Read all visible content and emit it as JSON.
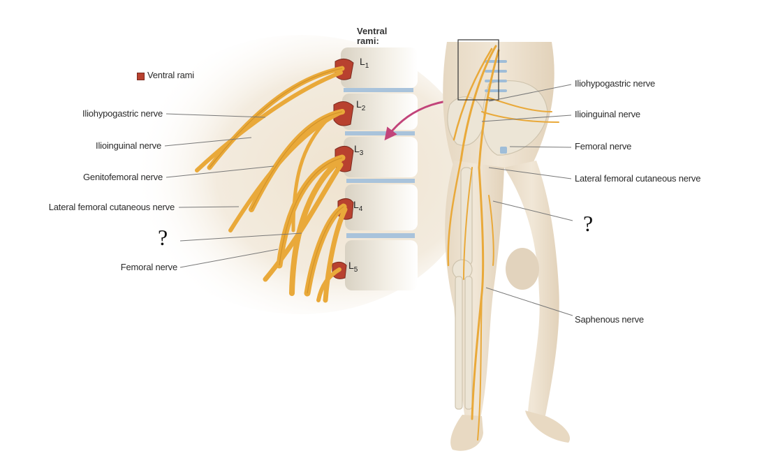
{
  "legend": {
    "label": "Ventral rami",
    "color": "#b8412f"
  },
  "ventral_rami_title": [
    "Ventral",
    "rami:"
  ],
  "levels": [
    {
      "letter": "L",
      "num": "1"
    },
    {
      "letter": "L",
      "num": "2"
    },
    {
      "letter": "L",
      "num": "3"
    },
    {
      "letter": "L",
      "num": "4"
    },
    {
      "letter": "L",
      "num": "5"
    }
  ],
  "left_labels": {
    "iliohypogastric": "Iliohypogastric nerve",
    "ilioinguinal": "Ilioinguinal nerve",
    "genitofemoral": "Genitofemoral nerve",
    "lateral_femoral": "Lateral femoral cutaneous nerve",
    "unknown": "?",
    "femoral": "Femoral nerve"
  },
  "right_labels": {
    "iliohypogastric": "Iliohypogastric nerve",
    "ilioinguinal": "Ilioinguinal nerve",
    "femoral": "Femoral nerve",
    "lateral_femoral": "Lateral femoral cutaneous nerve",
    "unknown": "?",
    "saphenous": "Saphenous nerve"
  },
  "colors": {
    "nerve": "#e9a93a",
    "nerve_dark": "#c98a22",
    "skin": "#efe4d2",
    "bone": "#e8e2d4",
    "disc": "#9fbdd8",
    "arrow": "#c2447a"
  }
}
